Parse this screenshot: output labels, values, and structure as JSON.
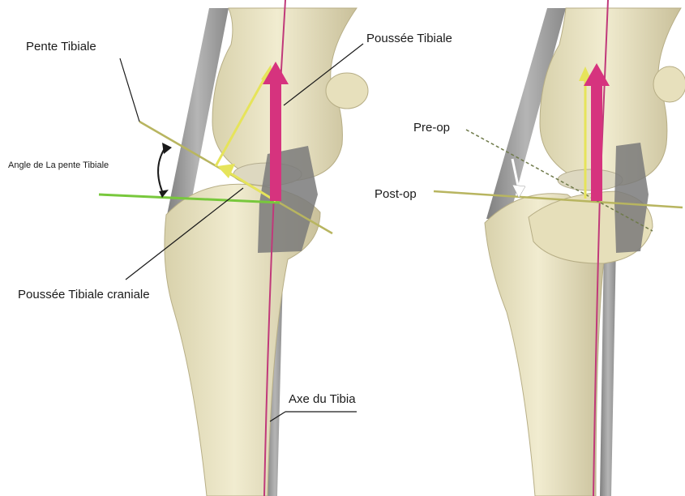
{
  "left_panel": {
    "labels": {
      "pente_tibiale": "Pente Tibiale",
      "poussee_tibiale": "Poussée Tibiale",
      "angle_pente": "Angle de La pente Tibiale",
      "poussee_craniale": "Poussée Tibiale craniale",
      "axe_tibia": "Axe du Tibia"
    }
  },
  "right_panel": {
    "labels": {
      "pre_op": "Pre-op",
      "post_op": "Post-op"
    }
  },
  "colors": {
    "bone": "#ece6c4",
    "bone_shadow": "#c9c09a",
    "ligament_gray": "#9a9a9a",
    "thrust_arrow": "#d6337e",
    "tibial_slope_line": "#b8b560",
    "green_line": "#78c83c",
    "yellow_arrow": "#e6e45a",
    "tibial_axis": "#c0397a",
    "implant": "#7d7d7d"
  }
}
